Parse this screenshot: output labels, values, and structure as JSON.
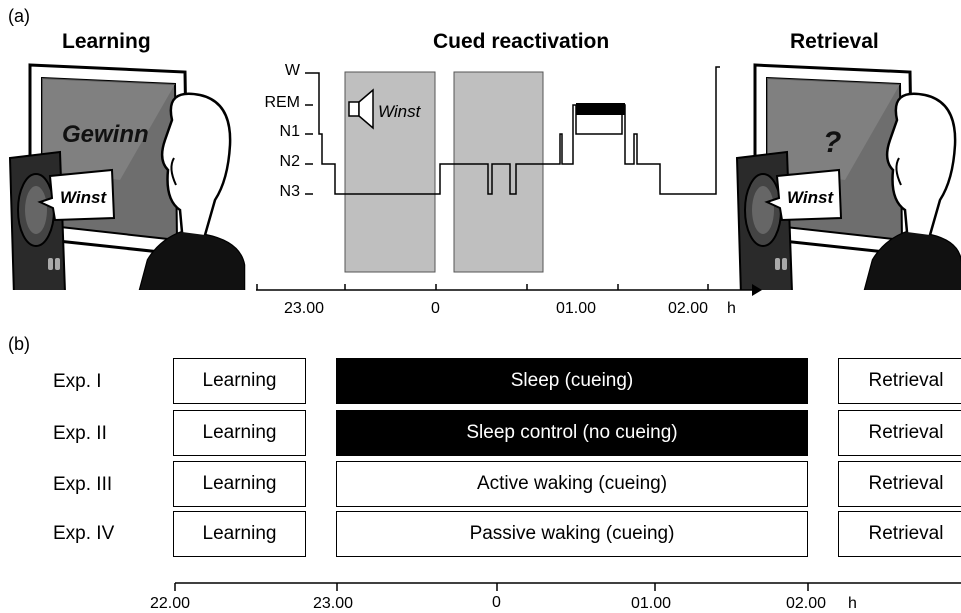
{
  "panel_a": {
    "label": "(a)",
    "headings": {
      "learning": "Learning",
      "cued": "Cued reactivation",
      "retrieval": "Retrieval"
    },
    "screen_word_learning": "Gewinn",
    "speaker_word": "Winst",
    "cue_word": "Winst",
    "screen_word_retrieval": "?",
    "stages": [
      "W",
      "REM",
      "N1",
      "N2",
      "N3"
    ],
    "time_ticks": [
      "23.00",
      "0",
      "01.00",
      "02.00"
    ],
    "time_unit": "h"
  },
  "panel_b": {
    "label": "(b)",
    "experiments": [
      {
        "name": "Exp. I",
        "learning": "Learning",
        "condition": "Sleep (cueing)",
        "dark": true,
        "retrieval": "Retrieval"
      },
      {
        "name": "Exp. II",
        "learning": "Learning",
        "condition": "Sleep control (no cueing)",
        "dark": true,
        "retrieval": "Retrieval"
      },
      {
        "name": "Exp. III",
        "learning": "Learning",
        "condition": "Active waking (cueing)",
        "dark": false,
        "retrieval": "Retrieval"
      },
      {
        "name": "Exp. IV",
        "learning": "Learning",
        "condition": "Passive waking (cueing)",
        "dark": false,
        "retrieval": "Retrieval"
      }
    ],
    "time_ticks": [
      "22.00",
      "23.00",
      "0",
      "01.00",
      "02.00"
    ],
    "time_unit": "h"
  }
}
